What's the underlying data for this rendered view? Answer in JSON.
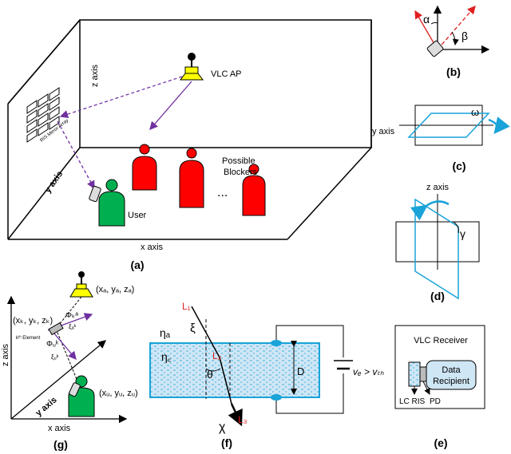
{
  "panels": {
    "a": {
      "caption": "(a)",
      "z_axis": "z axis",
      "y_axis": "y axis",
      "x_axis": "x axis",
      "ap_label": "VLC AP",
      "ris_label": "RIS Mirror Array",
      "user_label": "User",
      "blockers_label_1": "Possible",
      "blockers_label_2": "Blockers",
      "ellipsis": "..."
    },
    "b": {
      "caption": "(b)",
      "alpha": "α",
      "beta": "β"
    },
    "c": {
      "caption": "(c)",
      "y_axis": "y axis",
      "omega": "ω"
    },
    "d": {
      "caption": "(d)",
      "z_axis": "z axis",
      "gamma": "γ"
    },
    "e": {
      "caption": "(e)",
      "title": "VLC Receiver",
      "box_line1": "Data",
      "box_line2": "Recipient",
      "lc_ris": "LC RIS",
      "pd": "PD"
    },
    "f": {
      "caption": "(f)",
      "L1": "L₁",
      "L2": "L₂",
      "L3": "L₃",
      "xi": "ξ",
      "eta_a": "ηₐ",
      "eta_c": "η꜀",
      "theta": "θ",
      "chi": "χ",
      "D": "D",
      "ve": "vₑ > vₜₕ"
    },
    "g": {
      "caption": "(g)",
      "z_axis": "z axis",
      "y_axis": "y axis",
      "x_axis": "x axis",
      "ap_coord": "(xₐ, yₐ, zₐ)",
      "elem_coord": "(xₖ, yₖ, zₖ)",
      "user_coord": "(xᵤ, yᵤ, zᵤ)",
      "element": "kᵗʰ Element",
      "phi_a": "Φₖᵃ",
      "phi_u": "Φᵤᵏ",
      "xi_a": "ξₐᵏ",
      "xi_u": "ξᵤᵏ"
    }
  },
  "colors": {
    "ap": "#ffff00",
    "user": "#00b050",
    "blocker": "#ff0000",
    "arrow": "#7030a0",
    "cyan": "#1aa3d9",
    "lc": "#cfe6f5"
  }
}
